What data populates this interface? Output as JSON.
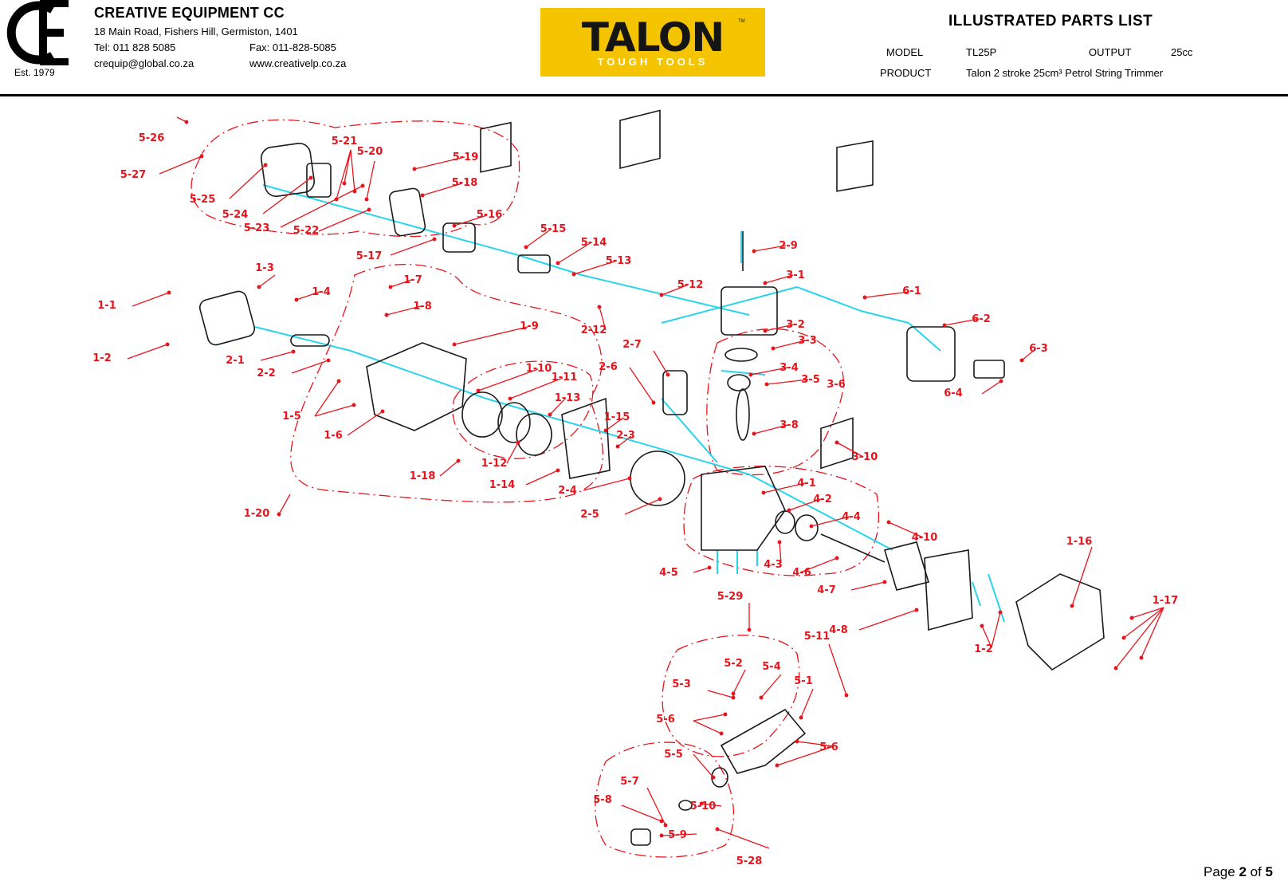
{
  "header": {
    "est": "Est. 1979",
    "company": "CREATIVE EQUIPMENT CC",
    "address": "18 Main Road, Fishers Hill, Germiston, 1401",
    "tel": "Tel: 011 828 5085",
    "fax": "Fax: 011-828-5085",
    "email": "crequip@global.co.za",
    "web": "www.creativelp.co.za",
    "brand_word": "TALON",
    "brand_sub": "TOUGH TOOLS",
    "brand_color": "#f5c400",
    "title": "ILLUSTRATED PARTS LIST",
    "model_label": "MODEL",
    "model_value": "TL25P",
    "output_label": "OUTPUT",
    "output_value": "25cc",
    "product_label": "PRODUCT",
    "product_value": "Talon 2 stroke 25cm³ Petrol String Trimmer"
  },
  "colors": {
    "callout": "#e8141b",
    "axis": "#29d4ea",
    "part": "#1a1a1a"
  },
  "callouts": [
    {
      "label": "5-26"
    },
    {
      "label": "5-27"
    },
    {
      "label": "5-25"
    },
    {
      "label": "5-24"
    },
    {
      "label": "5-23"
    },
    {
      "label": "5-22"
    },
    {
      "label": "5-21"
    },
    {
      "label": "5-20"
    },
    {
      "label": "5-19"
    },
    {
      "label": "5-18"
    },
    {
      "label": "5-16"
    },
    {
      "label": "5-17"
    },
    {
      "label": "5-15"
    },
    {
      "label": "5-14"
    },
    {
      "label": "5-13"
    },
    {
      "label": "5-12"
    },
    {
      "label": "2-9"
    },
    {
      "label": "3-1"
    },
    {
      "label": "6-1"
    },
    {
      "label": "6-2"
    },
    {
      "label": "6-3"
    },
    {
      "label": "6-4"
    },
    {
      "label": "3-2"
    },
    {
      "label": "3-3"
    },
    {
      "label": "3-4"
    },
    {
      "label": "3-5"
    },
    {
      "label": "3-6"
    },
    {
      "label": "3-8"
    },
    {
      "label": "3-10"
    },
    {
      "label": "1-3"
    },
    {
      "label": "1-1"
    },
    {
      "label": "1-2"
    },
    {
      "label": "1-4"
    },
    {
      "label": "1-7"
    },
    {
      "label": "1-8"
    },
    {
      "label": "1-9"
    },
    {
      "label": "2-12"
    },
    {
      "label": "2-7"
    },
    {
      "label": "2-6"
    },
    {
      "label": "2-1"
    },
    {
      "label": "2-2"
    },
    {
      "label": "1-5"
    },
    {
      "label": "1-6"
    },
    {
      "label": "1-10"
    },
    {
      "label": "1-11"
    },
    {
      "label": "1-13"
    },
    {
      "label": "1-15"
    },
    {
      "label": "2-3"
    },
    {
      "label": "1-12"
    },
    {
      "label": "1-18"
    },
    {
      "label": "1-14"
    },
    {
      "label": "2-4"
    },
    {
      "label": "2-5"
    },
    {
      "label": "1-20"
    },
    {
      "label": "4-1"
    },
    {
      "label": "4-2"
    },
    {
      "label": "4-4"
    },
    {
      "label": "4-10"
    },
    {
      "label": "4-3"
    },
    {
      "label": "4-6"
    },
    {
      "label": "4-5"
    },
    {
      "label": "4-7"
    },
    {
      "label": "4-8"
    },
    {
      "label": "1-16"
    },
    {
      "label": "1-17"
    },
    {
      "label": "1-2"
    },
    {
      "label": "5-29"
    },
    {
      "label": "5-11"
    },
    {
      "label": "5-2"
    },
    {
      "label": "5-4"
    },
    {
      "label": "5-3"
    },
    {
      "label": "5-1"
    },
    {
      "label": "5-6"
    },
    {
      "label": "5-6"
    },
    {
      "label": "5-5"
    },
    {
      "label": "5-7"
    },
    {
      "label": "5-8"
    },
    {
      "label": "5-10"
    },
    {
      "label": "5-9"
    },
    {
      "label": "5-28"
    }
  ],
  "footer": {
    "page_prefix": "Page ",
    "page_current": "2",
    "page_of": " of ",
    "page_total": "5"
  }
}
